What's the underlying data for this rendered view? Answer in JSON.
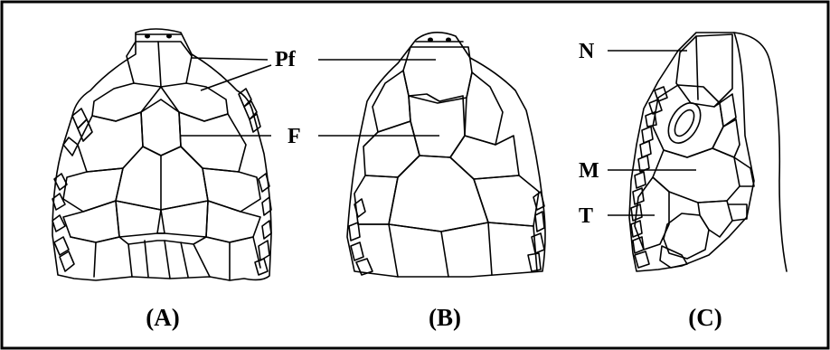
{
  "panels": [
    {
      "id": "A",
      "caption": "(A)"
    },
    {
      "id": "B",
      "caption": "(B)"
    },
    {
      "id": "C",
      "caption": "(C)"
    }
  ],
  "labels": {
    "prefrontal": "Pf",
    "frontal": "F",
    "nasal": "N",
    "maxillary": "M",
    "temporal": "T"
  },
  "colors": {
    "line": "#000000",
    "background": "#ffffff"
  }
}
